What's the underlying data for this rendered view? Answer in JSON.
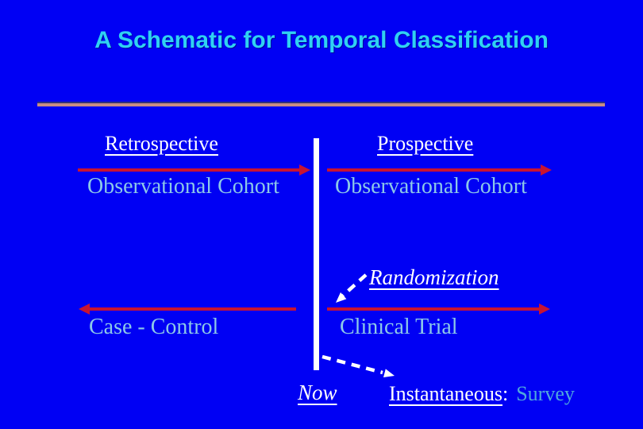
{
  "slide": {
    "title": "A Schematic for Temporal Classification"
  },
  "diagram": {
    "left": {
      "direction_label": "Retrospective",
      "cohort_label": "Observational Cohort",
      "bottom_label": "Case - Control"
    },
    "right": {
      "direction_label": "Prospective",
      "cohort_label": "Observational Cohort",
      "randomization_label": "Randomization",
      "bottom_label": "Clinical Trial"
    },
    "bottom": {
      "now_label": "Now",
      "instantaneous_label": "Instantaneous",
      "separator": ":",
      "survey_label": "Survey"
    }
  },
  "colors": {
    "background": "#0000F4",
    "title": "#2FD2F2",
    "divider_salmon": "#C88D84",
    "divider_shadow": "#32327A",
    "label_white": "#FFFFFF",
    "label_cyan": "#8CC8E8",
    "survey_cyan": "#4FA8DC",
    "arrow_red": "#C81432",
    "timeline_bar": "#FFFFFF"
  }
}
